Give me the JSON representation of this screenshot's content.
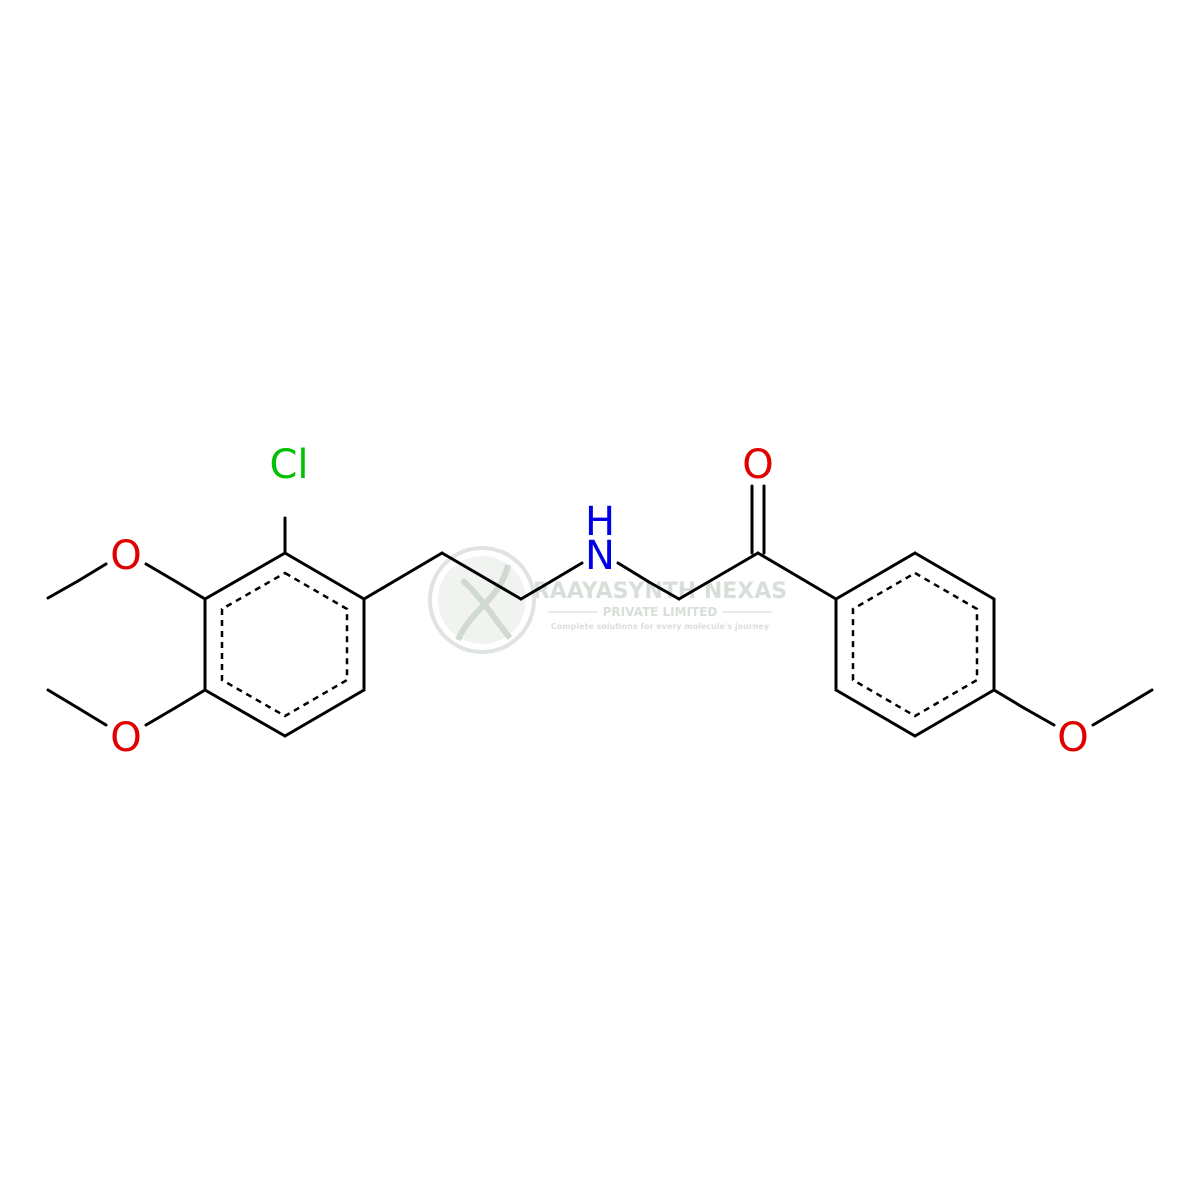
{
  "molecule": {
    "atoms": {
      "chlorine": "Cl",
      "methoxy_oxygen_top": "O",
      "methoxy_oxygen_bottom": "O",
      "amine_nitrogen": "N",
      "amine_hydrogen": "H",
      "carbonyl_oxygen": "O",
      "methoxy_oxygen_right": "O"
    },
    "colors": {
      "bond": "#000000",
      "oxygen": "#e00000",
      "nitrogen": "#0000e0",
      "chlorine": "#00c000"
    }
  },
  "watermark": {
    "company": "RAAYASYNTH NEXAS",
    "subtitle": "PRIVATE LIMITED",
    "tagline": "Complete solutions for every molecule's journey",
    "color": "#cfd6cf"
  }
}
